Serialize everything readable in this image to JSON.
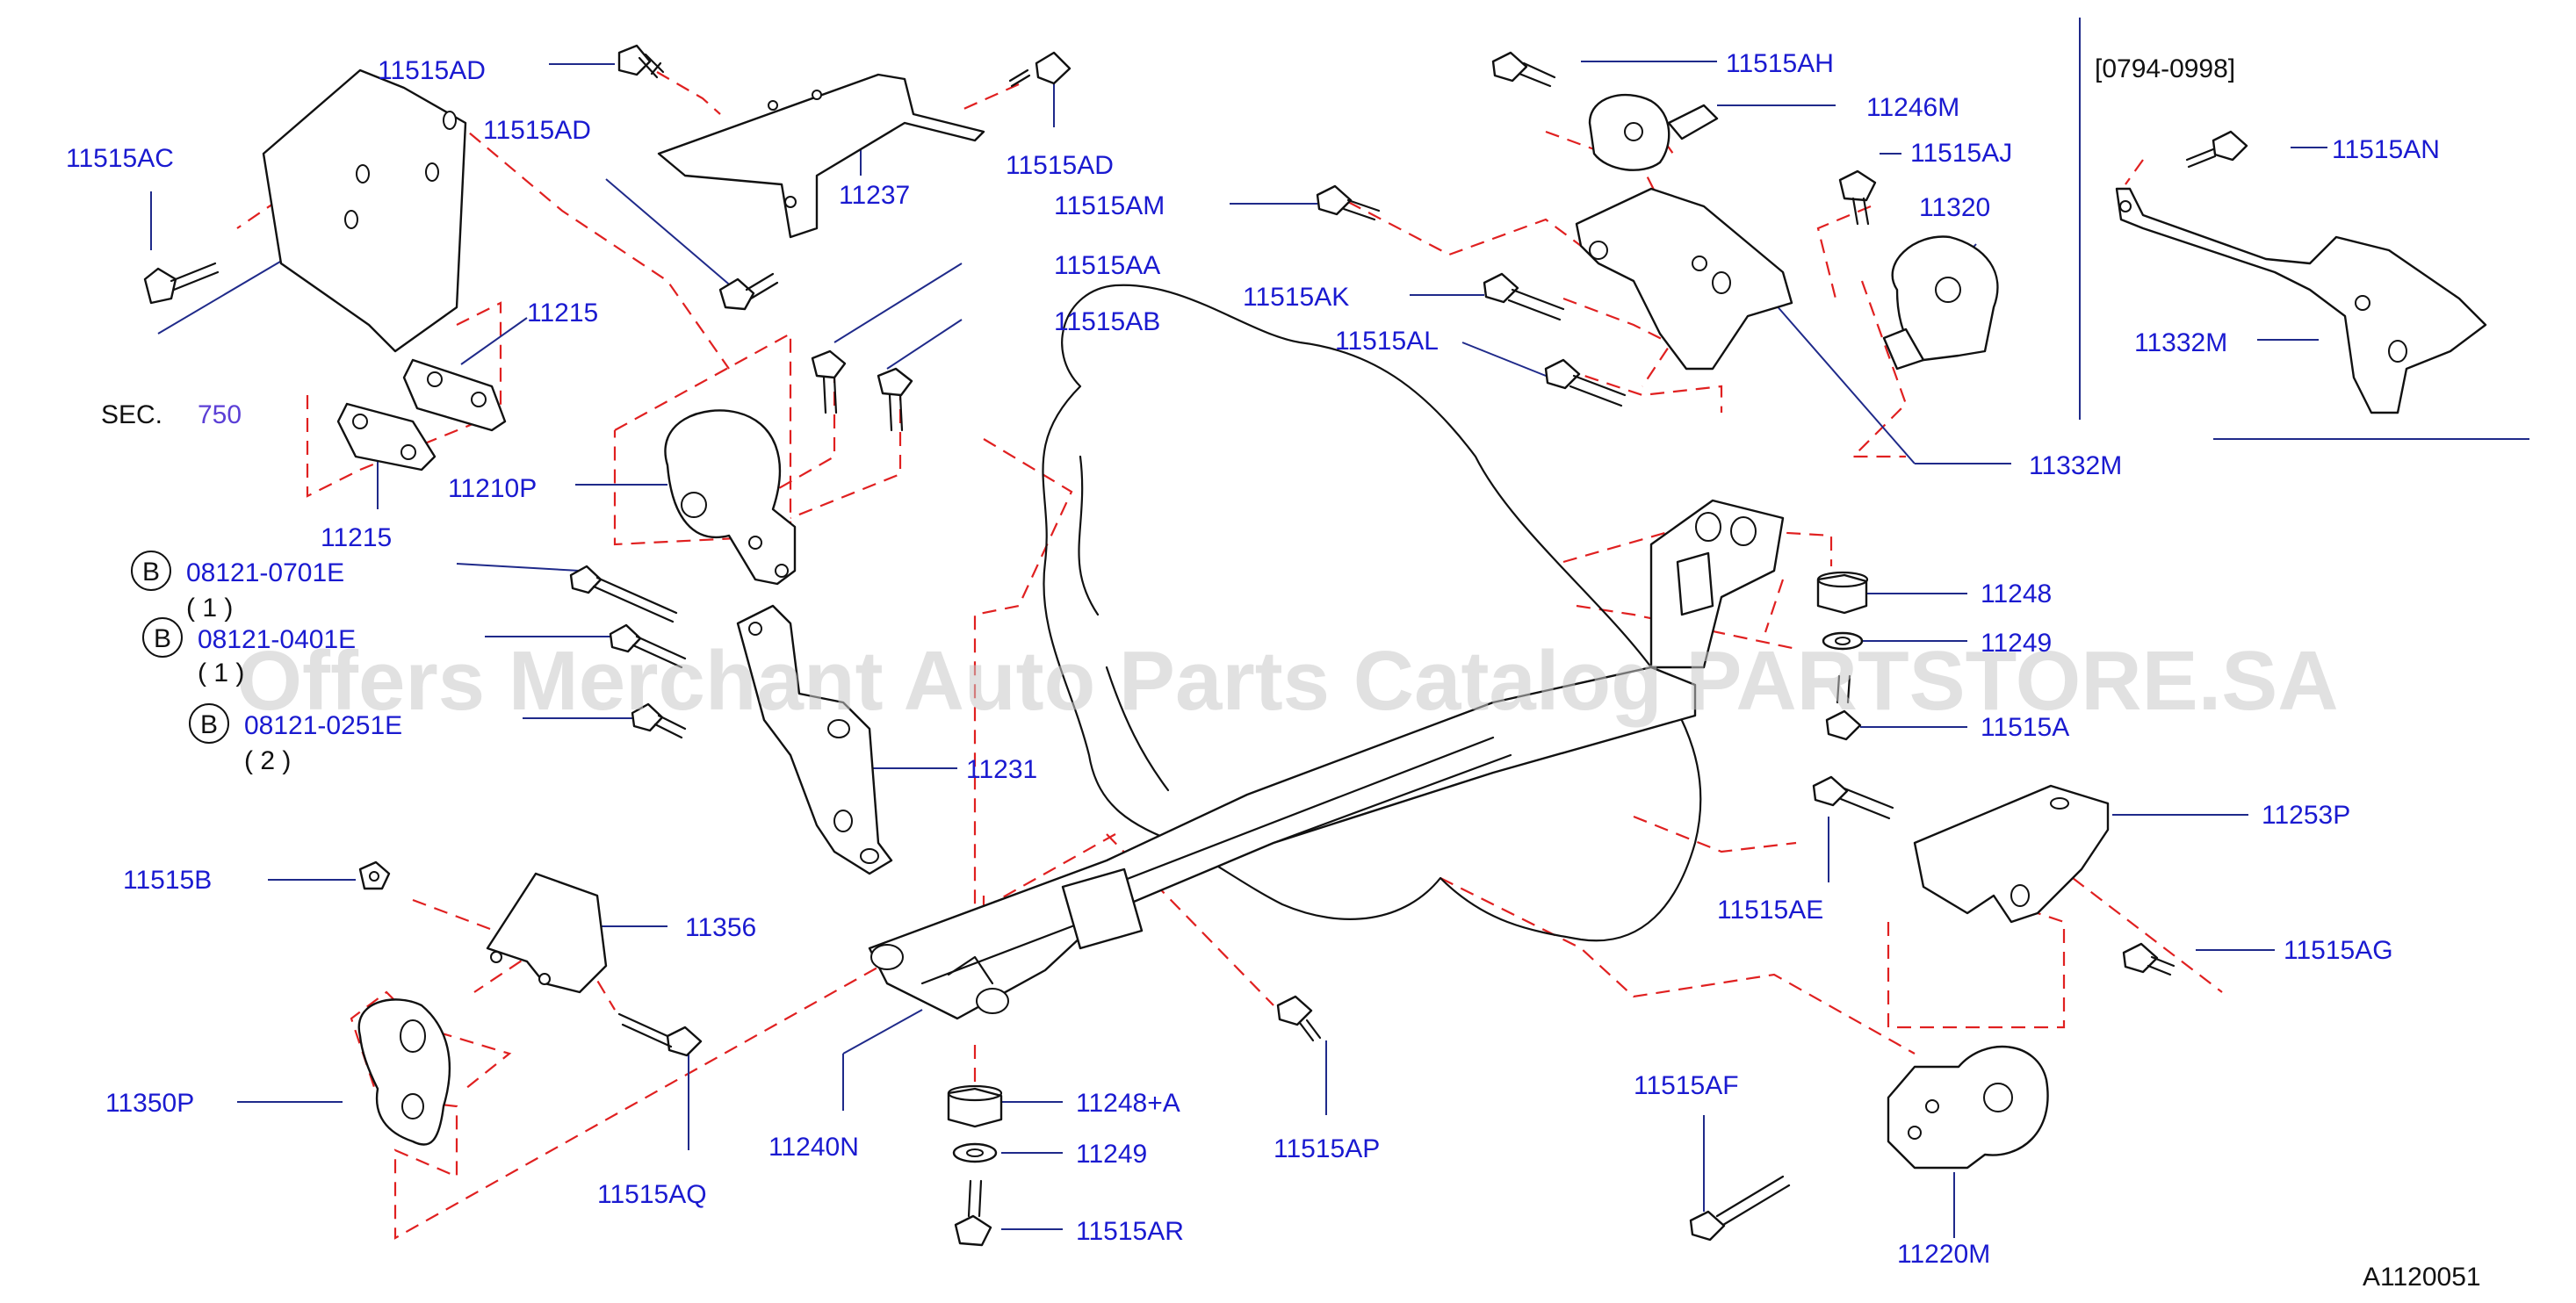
{
  "labels": {
    "p11515AD_a": "11515AD",
    "p11515AC": "11515AC",
    "p11515AD_b": "11515AD",
    "p11237": "11237",
    "p11515AD_c": "11515AD",
    "p11215_a": "11215",
    "sec": "SEC.",
    "sec_num": "750",
    "p11210P": "11210P",
    "p11215_b": "11215",
    "p11515AH": "11515AH",
    "p11246M": "11246M",
    "p11515AJ": "11515AJ",
    "p11515AM": "11515AM",
    "p11320": "11320",
    "p11515AA": "11515AA",
    "p11515AK": "11515AK",
    "p11515AB": "11515AB",
    "p11515AL": "11515AL",
    "p11332M_a": "11332M",
    "range": "[0794-0998]",
    "p11515AN": "11515AN",
    "p11332M_b": "11332M",
    "b1_code": "08121-0701E",
    "b1_qty": "( 1 )",
    "b2_code": "08121-0401E",
    "b2_qty": "( 1 )",
    "b3_code": "08121-0251E",
    "b3_qty": "( 2 )",
    "b_letter": "B",
    "p11231": "11231",
    "p11248": "11248",
    "p11249_a": "11249",
    "p11515A": "11515A",
    "p11253P": "11253P",
    "p11515AE": "11515AE",
    "p11515AG": "11515AG",
    "p11515B": "11515B",
    "p11356": "11356",
    "p11350P": "11350P",
    "p11515AQ": "11515AQ",
    "p11240N": "11240N",
    "p11248A": "11248+A",
    "p11249_b": "11249",
    "p11515AR": "11515AR",
    "p11515AP": "11515AP",
    "p11515AF": "11515AF",
    "p11220M": "11220M",
    "drawing_no": "A1120051"
  },
  "watermark": "Offers Merchant Auto Parts Catalog PARTSTORE.SA",
  "colors": {
    "label": "#1a1ad0",
    "leader": "#1f2a8a",
    "phantom": "#e02020",
    "ink": "#111111",
    "sec_ref": "#5b3fd6"
  }
}
